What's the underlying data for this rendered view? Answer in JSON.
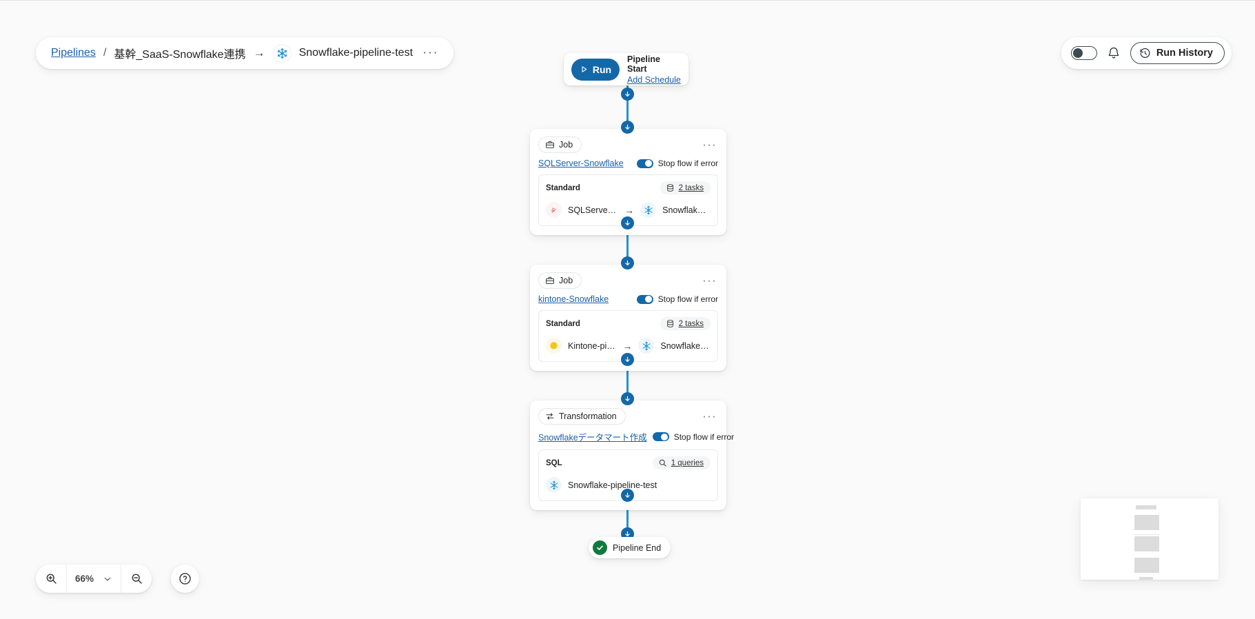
{
  "breadcrumb": {
    "root_label": "Pipelines",
    "separator": "/",
    "project_label": "基幹_SaaS-Snowflake連携",
    "arrow": "→",
    "project_icon": "snowflake-icon",
    "current_label": "Snowflake-pipeline-test",
    "overflow_label": "···"
  },
  "topbar": {
    "toggle_state": "off",
    "bell_icon": "notification-bell-icon",
    "run_history_label": "Run History",
    "run_history_icon": "history-clock-icon"
  },
  "flow": {
    "start": {
      "run_label": "Run",
      "run_icon": "play-icon",
      "title": "Pipeline Start",
      "schedule_link": "Add Schedule"
    },
    "nodes": [
      {
        "type_label": "Job",
        "type_icon": "briefcase-icon",
        "menu_label": "···",
        "title": "SQLServer-Snowflake",
        "stop_flow_label": "Stop flow if error",
        "stop_flow_state": "on",
        "mode_label": "Standard",
        "count_label": "2 tasks",
        "count_icon": "database-icon",
        "tasks": [
          {
            "icon": "sqlserver-icon",
            "name": "SQLServer-pip..."
          },
          {
            "icon": "snowflake-icon",
            "name": "Snowflake-pip..."
          }
        ],
        "task_arrow": "→"
      },
      {
        "type_label": "Job",
        "type_icon": "briefcase-icon",
        "menu_label": "···",
        "title": "kintone-Snowflake",
        "stop_flow_label": "Stop flow if error",
        "stop_flow_state": "on",
        "mode_label": "Standard",
        "count_label": "2 tasks",
        "count_icon": "database-icon",
        "tasks": [
          {
            "icon": "kintone-icon",
            "name": "Kintone-pipeli..."
          },
          {
            "icon": "snowflake-icon",
            "name": "Snowflake-pip..."
          }
        ],
        "task_arrow": "→"
      },
      {
        "type_label": "Transformation",
        "type_icon": "transform-swap-icon",
        "menu_label": "···",
        "title": "Snowflakeデータマート作成",
        "stop_flow_label": "Stop flow if error",
        "stop_flow_state": "on",
        "mode_label": "SQL",
        "count_label": "1 queries",
        "count_icon": "search-icon",
        "tasks": [
          {
            "icon": "snowflake-icon",
            "name": "Snowflake-pipeline-test"
          }
        ],
        "task_arrow": ""
      }
    ],
    "end": {
      "label": "Pipeline End",
      "icon": "check-circle-icon"
    }
  },
  "zoom_controls": {
    "zoom_in_icon": "zoom-in-icon",
    "zoom_out_icon": "zoom-out-icon",
    "level": "66%",
    "chevron_icon": "chevron-down-icon",
    "help_icon": "help-question-icon"
  },
  "colors": {
    "accent_blue": "#1468a8",
    "link_blue": "#1a5fa8",
    "connector_blue": "#2193d4",
    "success_green": "#107a3d",
    "canvas_bg": "#fafafa"
  }
}
